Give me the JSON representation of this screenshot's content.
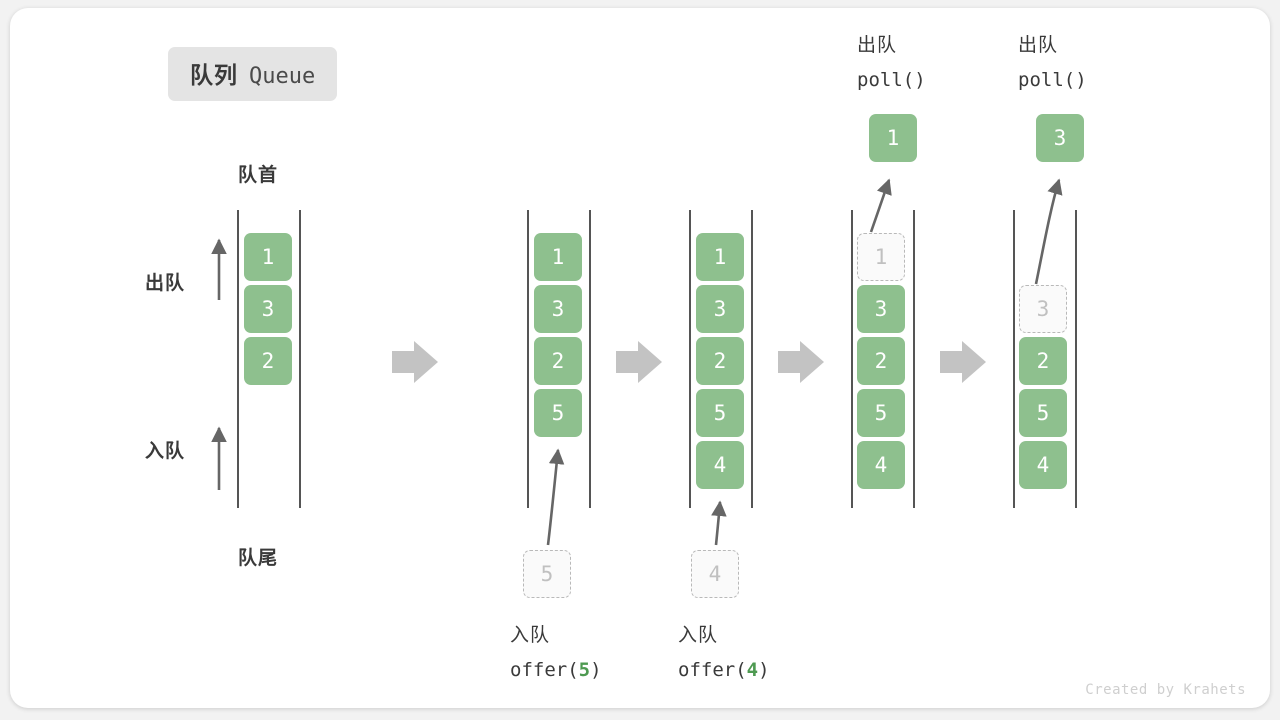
{
  "diagram": {
    "title_cn": "队列",
    "title_en": "Queue",
    "head_label": "队首",
    "tail_label": "队尾",
    "dequeue_label": "出队",
    "enqueue_label": "入队",
    "watermark": "Created by Krahets",
    "colors": {
      "cell_fill": "#8ec08e",
      "cell_text": "#ffffff",
      "ghost_fill": "#fafafa",
      "ghost_border": "#b9b9b9",
      "ghost_text": "#c0c0c0",
      "rail": "#555555",
      "arrow": "#666666",
      "step_arrow": "#c3c3c3",
      "badge_bg": "#e4e4e4",
      "accent_green": "#4e9a51",
      "card_bg": "#ffffff",
      "page_bg": "#f2f2f2"
    }
  },
  "steps": [
    {
      "id": "initial",
      "cells": [
        {
          "value": "1",
          "state": "filled"
        },
        {
          "value": "3",
          "state": "filled"
        },
        {
          "value": "2",
          "state": "filled"
        }
      ],
      "caption_cn": "",
      "caption_code": "",
      "caption_num": "",
      "floating": null,
      "popped": null
    },
    {
      "id": "offer-5",
      "cells": [
        {
          "value": "1",
          "state": "filled"
        },
        {
          "value": "3",
          "state": "filled"
        },
        {
          "value": "2",
          "state": "filled"
        },
        {
          "value": "5",
          "state": "filled"
        }
      ],
      "caption_cn": "入队",
      "caption_code_prefix": "offer(",
      "caption_num": "5",
      "caption_code_suffix": ")",
      "floating": {
        "value": "5",
        "state": "ghost"
      },
      "popped": null
    },
    {
      "id": "offer-4",
      "cells": [
        {
          "value": "1",
          "state": "filled"
        },
        {
          "value": "3",
          "state": "filled"
        },
        {
          "value": "2",
          "state": "filled"
        },
        {
          "value": "5",
          "state": "filled"
        },
        {
          "value": "4",
          "state": "filled"
        }
      ],
      "caption_cn": "入队",
      "caption_code_prefix": "offer(",
      "caption_num": "4",
      "caption_code_suffix": ")",
      "floating": {
        "value": "4",
        "state": "ghost"
      },
      "popped": null
    },
    {
      "id": "poll-1",
      "cells": [
        {
          "value": "1",
          "state": "ghost"
        },
        {
          "value": "3",
          "state": "filled"
        },
        {
          "value": "2",
          "state": "filled"
        },
        {
          "value": "5",
          "state": "filled"
        },
        {
          "value": "4",
          "state": "filled"
        }
      ],
      "top_cn": "出队",
      "top_code": "poll()",
      "popped": {
        "value": "1",
        "state": "filled"
      }
    },
    {
      "id": "poll-3",
      "cells": [
        {
          "value": "",
          "state": "empty"
        },
        {
          "value": "3",
          "state": "ghost"
        },
        {
          "value": "2",
          "state": "filled"
        },
        {
          "value": "5",
          "state": "filled"
        },
        {
          "value": "4",
          "state": "filled"
        }
      ],
      "top_cn": "出队",
      "top_code": "poll()",
      "popped": {
        "value": "3",
        "state": "filled"
      }
    }
  ],
  "icons": {
    "step_arrow": "step-arrow-icon",
    "up_arrow": "up-arrow-icon",
    "curved_arrow": "curved-arrow-icon"
  }
}
